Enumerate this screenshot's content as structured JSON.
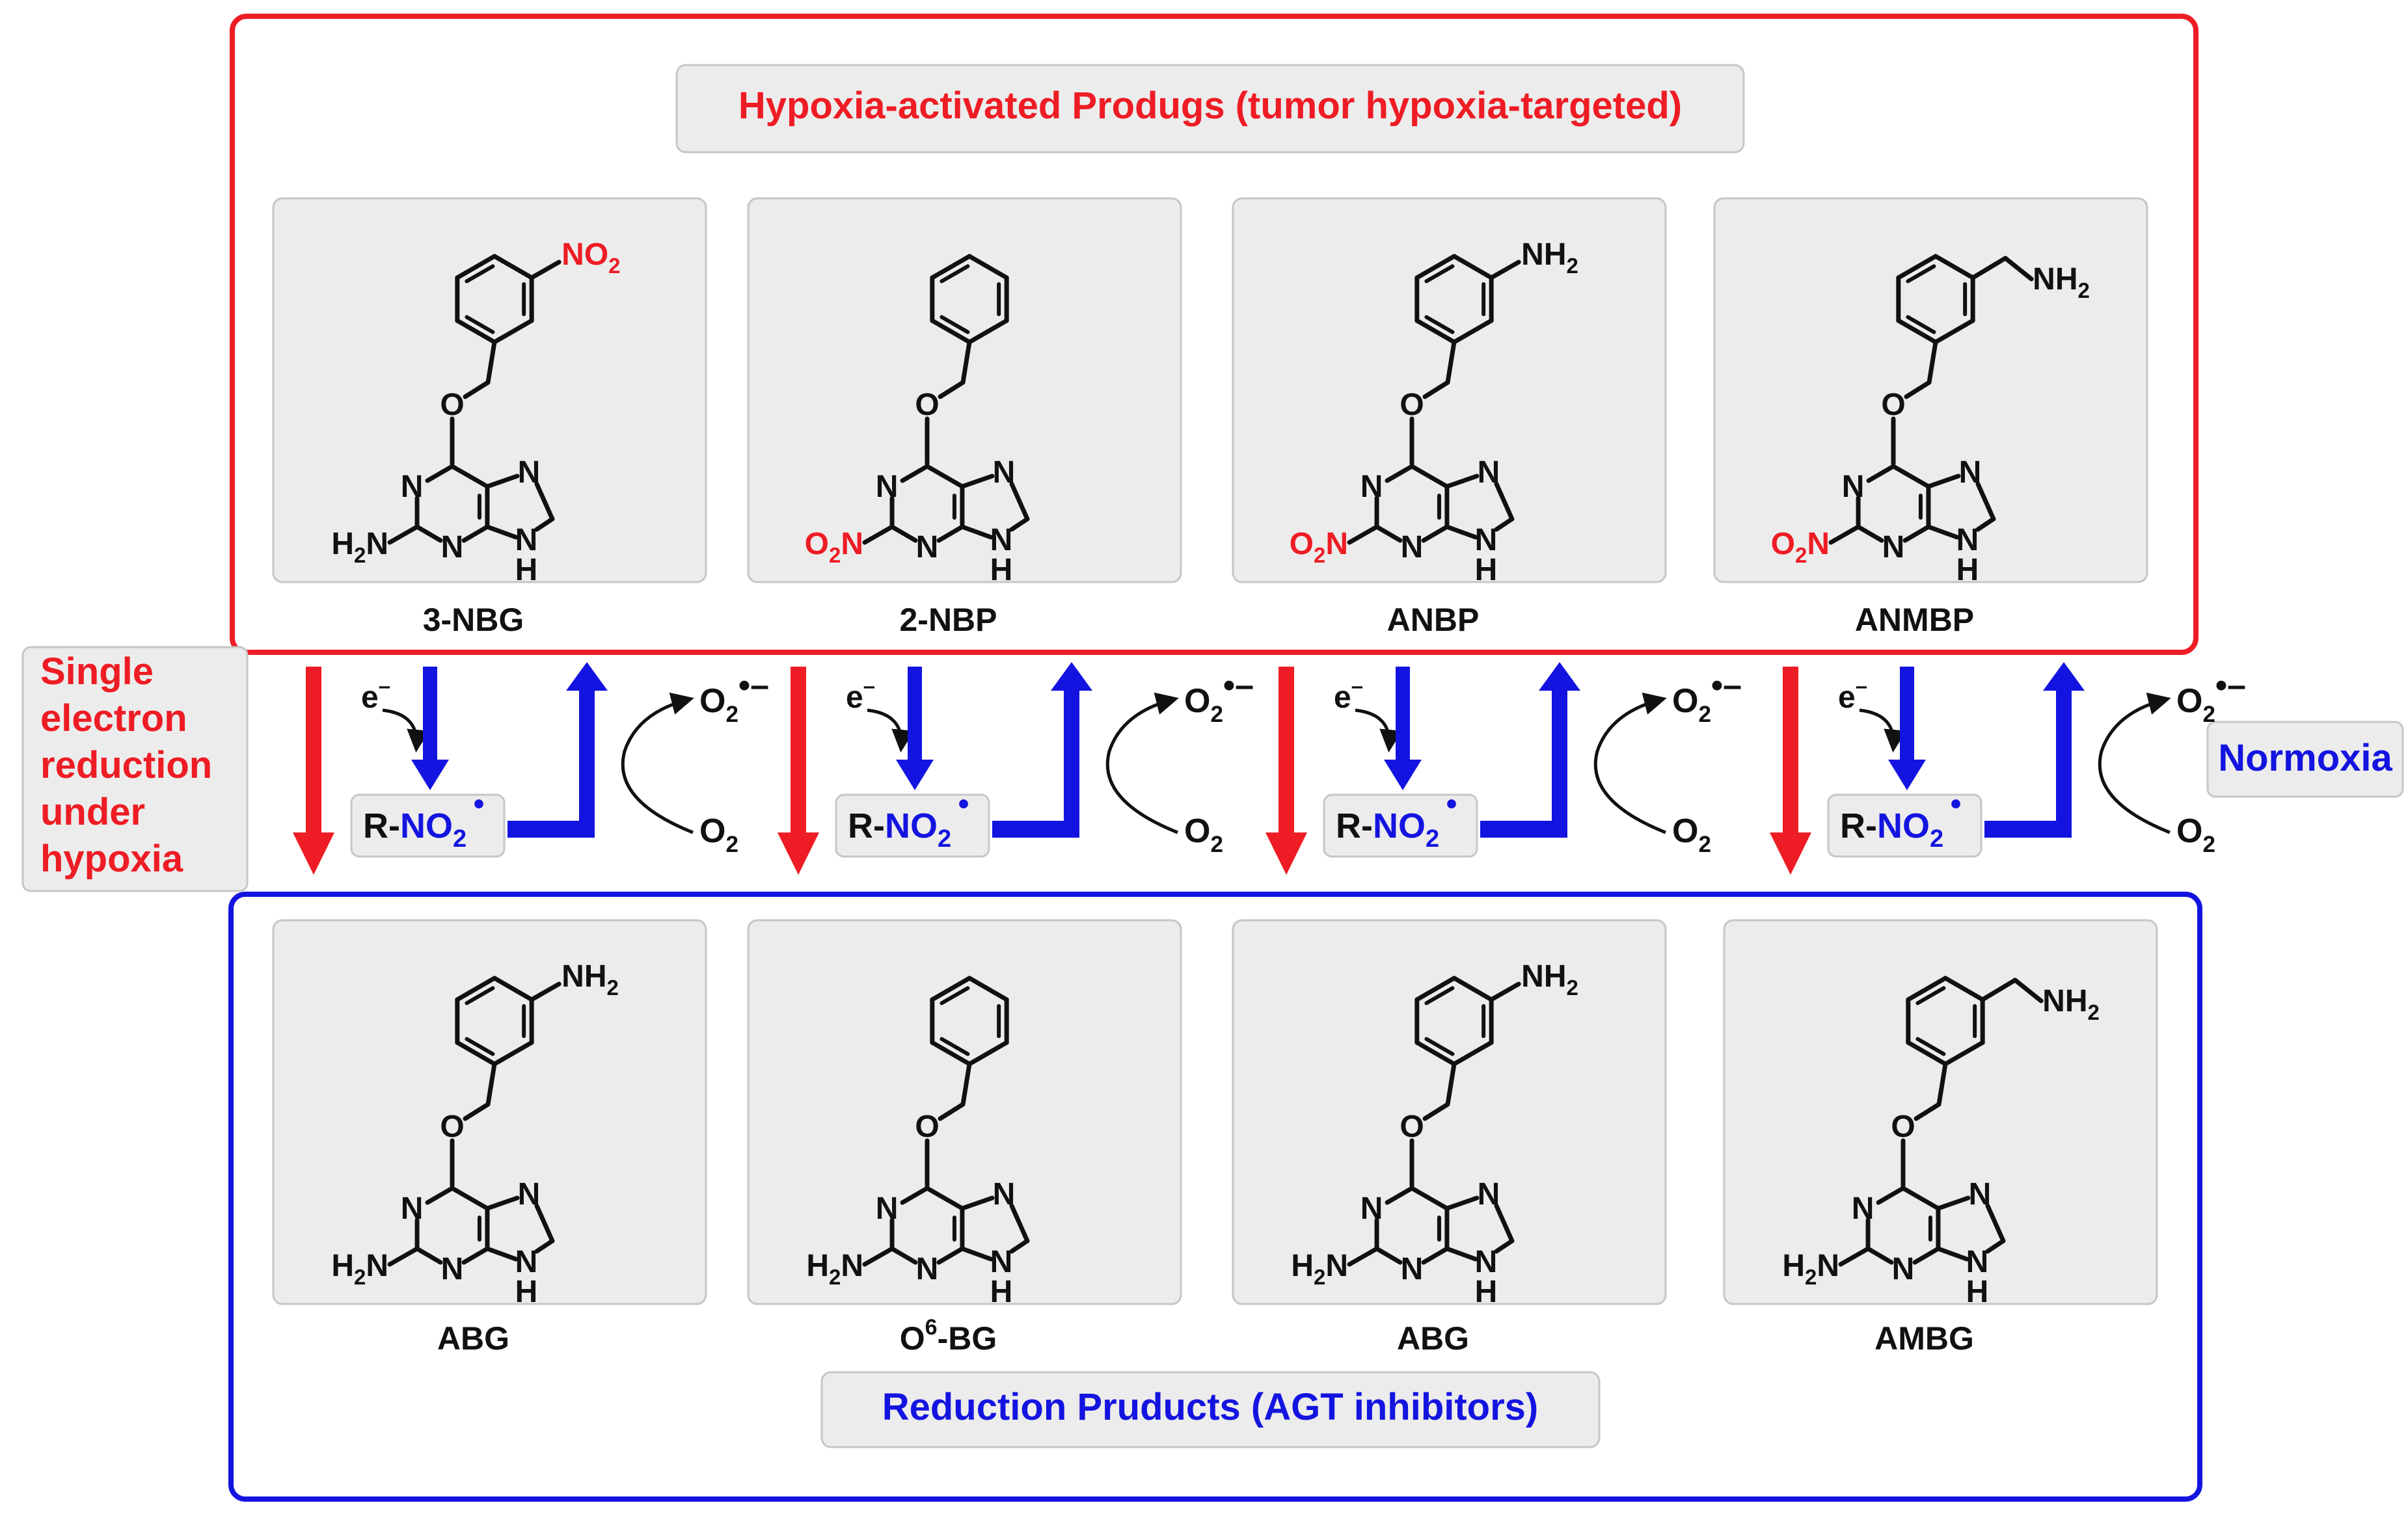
{
  "colors": {
    "red": "#ee1c24",
    "blue": "#1414e0",
    "black": "#111111",
    "panel_bg": "#ececec",
    "panel_border": "#c6c6c6"
  },
  "top_group": {
    "title": "Hypoxia-activated Produgs (tumor hypoxia-targeted)",
    "compounds": [
      {
        "name": "3-NBG",
        "aryl": "NO2",
        "purine_2": "H2N",
        "nitro_on_aryl": true,
        "nitro_on_purine": false
      },
      {
        "name": "2-NBP",
        "aryl": "",
        "purine_2": "O2N",
        "nitro_on_aryl": false,
        "nitro_on_purine": true
      },
      {
        "name": "ANBP",
        "aryl": "NH2",
        "purine_2": "O2N",
        "nitro_on_aryl": false,
        "nitro_on_purine": true
      },
      {
        "name": "ANMBP",
        "aryl": "CH2NH2",
        "purine_2": "O2N",
        "nitro_on_aryl": false,
        "nitro_on_purine": true
      }
    ]
  },
  "bottom_group": {
    "title": "Reduction Pruducts (AGT inhibitors)",
    "compounds": [
      {
        "name": "ABG",
        "aryl": "NH2",
        "purine_2": "H2N"
      },
      {
        "name_main": "O",
        "name_sup": "6",
        "name_rest": "-BG",
        "aryl": "",
        "purine_2": "H2N"
      },
      {
        "name": "ABG",
        "aryl": "NH2",
        "purine_2": "H2N"
      },
      {
        "name": "AMBG",
        "aryl": "CH2NH2",
        "purine_2": "H2N"
      }
    ]
  },
  "side_label": {
    "lines": [
      "Single",
      "electron",
      "reduction",
      "under",
      "hypoxia"
    ]
  },
  "normoxia_label": "Normoxia",
  "mechanism": {
    "electron": "e",
    "electron_charge": "–",
    "radical_R": "R-",
    "radical_group": "NO",
    "radical_sub": "2",
    "oxygen": "O",
    "oxygen_sub": "2",
    "superoxide_charge": "•–",
    "radical_dot": "•"
  },
  "atoms": {
    "N": "N",
    "O": "O",
    "H": "H",
    "NO2_main": "NO",
    "NH2_main": "NH",
    "sub2": "2",
    "H2N_main": "H",
    "H2N_tail": "N",
    "O2N_main": "O",
    "O2N_tail": "N"
  }
}
